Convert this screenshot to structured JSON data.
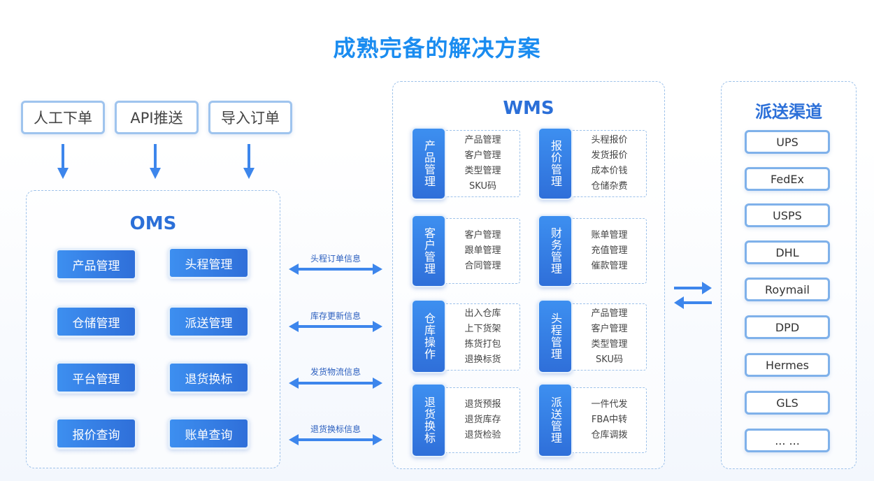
{
  "title": "成熟完备的解决方案",
  "inputs": [
    "人工下单",
    "API推送",
    "导入订单"
  ],
  "oms": {
    "title": "OMS",
    "modules": [
      "产品管理",
      "头程管理",
      "仓储管理",
      "派送管理",
      "平台管理",
      "退货换标",
      "报价查询",
      "账单查询"
    ]
  },
  "flows": [
    "头程订单信息",
    "库存更新信息",
    "发货物流信息",
    "退货换标信息"
  ],
  "wms": {
    "title": "WMS",
    "groups": [
      {
        "name": "产品管理",
        "items": [
          "产品管理",
          "客户管理",
          "类型管理",
          "SKU码"
        ]
      },
      {
        "name": "报价管理",
        "items": [
          "头程报价",
          "发货报价",
          "成本价钱",
          "仓储杂费"
        ]
      },
      {
        "name": "客户管理",
        "items": [
          "客户管理",
          "跟单管理",
          "合同管理"
        ]
      },
      {
        "name": "财务管理",
        "items": [
          "账单管理",
          "充值管理",
          "催款管理"
        ]
      },
      {
        "name": "仓库操作",
        "items": [
          "出入仓库",
          "上下货架",
          "拣货打包",
          "退换标货"
        ]
      },
      {
        "name": "头程管理",
        "items": [
          "产品管理",
          "客户管理",
          "类型管理",
          "SKU码"
        ]
      },
      {
        "name": "退货换标",
        "items": [
          "退货预报",
          "退货库存",
          "退货检验"
        ]
      },
      {
        "name": "派送管理",
        "items": [
          "一件代发",
          "FBA中转",
          "仓库调拨"
        ]
      }
    ]
  },
  "channels": {
    "title": "派送渠道",
    "items": [
      "UPS",
      "FedEx",
      "USPS",
      "DHL",
      "Roymail",
      "DPD",
      "Hermes",
      "GLS",
      "... ..."
    ]
  },
  "colors": {
    "accent": "#1a8cf0",
    "primary": "#2f6fd9",
    "border": "#9ec2ea"
  }
}
